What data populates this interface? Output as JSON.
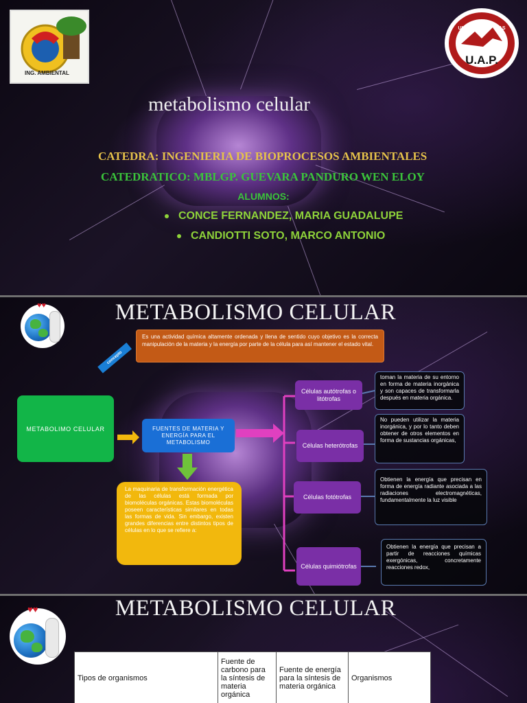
{
  "slide1": {
    "title": "metabolismo celular",
    "catedra": "CATEDRA: INGENIERIA DE BIOPROCESOS AMBIENTALES",
    "catedratico": "CATEDRATICO: MBLGP. GUEVARA PANDURO WEN ELOY",
    "alumnos_label": "ALUMNOS:",
    "alumnos": [
      "CONCE FERNANDEZ, MARIA GUADALUPE",
      "CANDIOTTI SOTO, MARCO ANTONIO"
    ],
    "logo_left_text": "ING. AMBIENTAL",
    "logo_right_text": "U.A.P.",
    "logo_right_ring": "UNIVERSIDAD ALAS PERUANAS"
  },
  "slide2": {
    "title": "METABOLISMO CELULAR",
    "concepto_label": "concepto",
    "concepto_text": "Es una actividad química altamente ordenada y llena de sentido cuyo objetivo es la correcta manipulación de la materia y la energía por parte de la célula para así mantener el estado vital.",
    "main_box": "METABOLIMO CELULAR",
    "fuentes_box": "FUENTES DE MATERIA Y ENERGÍA PARA EL METABOLISMO",
    "maquinaria_text": "La maquinaria de transformación energética de las células está formada por biomoléculas orgánicas. Estas biomoléculas poseen características similares en todas las formas de vida. Sin embargo, existen grandes diferencias entre distintos tipos de células en lo que se refiere a:",
    "types": [
      {
        "label": "Células autótrofas o litótrofas",
        "desc": "toman la materia de su entorno en forma de materia inorgánica y son capaces de transformarla después en materia orgánica."
      },
      {
        "label": "Células heterótrofas",
        "desc": "No pueden utilizar la materia inorgánica, y por lo tanto deben obtener de otros elementos en forma de sustancias orgánicas,"
      },
      {
        "label": "Células fotótrofas",
        "desc": "Obtienen la energía que precisan en forma de energía radiante asociada a las radiaciones electromagnéticas, fundamentalmente la luz visible"
      },
      {
        "label": "Células quimiótrofas",
        "desc": "Obtienen la energía que precisan a partir de reacciones químicas exergónicas, concretamente reacciones redox,"
      }
    ],
    "colors": {
      "orange": "#c35a16",
      "green": "#12b548",
      "blue": "#1a6fd6",
      "yellow": "#f2b80d",
      "purple": "#7a2fa6",
      "magenta": "#e040c0"
    }
  },
  "slide3": {
    "title": "METABOLISMO CELULAR",
    "table_headers": [
      "Tipos de organismos",
      "Fuente de carbono para la síntesis de materia orgánica",
      "Fuente de energía para la síntesis de materia orgánica",
      "Organismos"
    ]
  }
}
